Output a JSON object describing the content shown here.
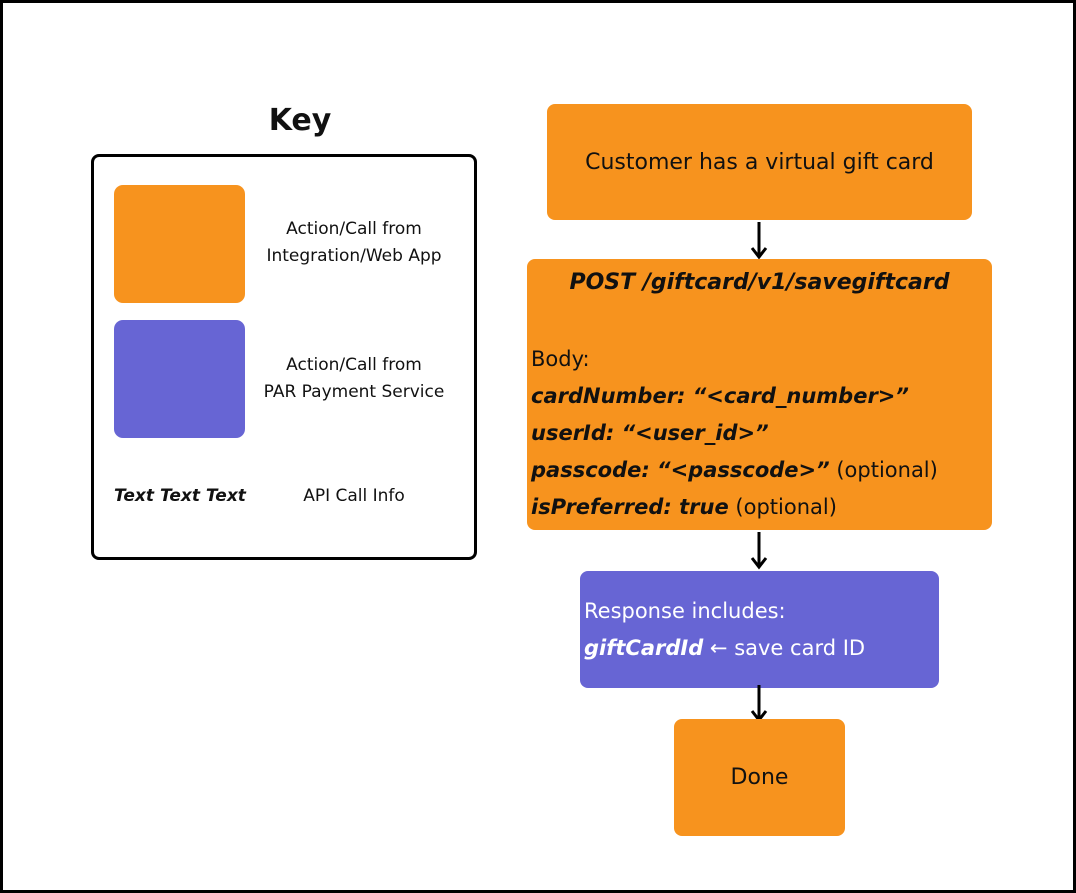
{
  "colors": {
    "integration": "#f7931e",
    "par_payment": "#6765d4",
    "border": "#000000",
    "text_dark": "#111111",
    "text_light": "#ffffff"
  },
  "key": {
    "title": "Key",
    "integration_label_line1": "Action/Call from",
    "integration_label_line2": "Integration/Web App",
    "par_label_line1": "Action/Call from",
    "par_label_line2": "PAR Payment Service",
    "api_sample": "Text Text Text",
    "api_label": "API Call Info"
  },
  "flow": {
    "start": "Customer has a virtual gift card",
    "post": {
      "title": "POST /giftcard/v1/savegiftcard",
      "body_label": "Body:",
      "fields": [
        {
          "key": "cardNumber: “<card_number>”",
          "note": ""
        },
        {
          "key": "userId: “<user_id>”",
          "note": ""
        },
        {
          "key": "passcode: “<passcode>”",
          "note": "(optional)"
        },
        {
          "key": "isPreferred: true",
          "note": "(optional)"
        }
      ]
    },
    "response": {
      "line1": "Response includes:",
      "key": "giftCardId",
      "note": "← save card ID"
    },
    "done": "Done"
  }
}
